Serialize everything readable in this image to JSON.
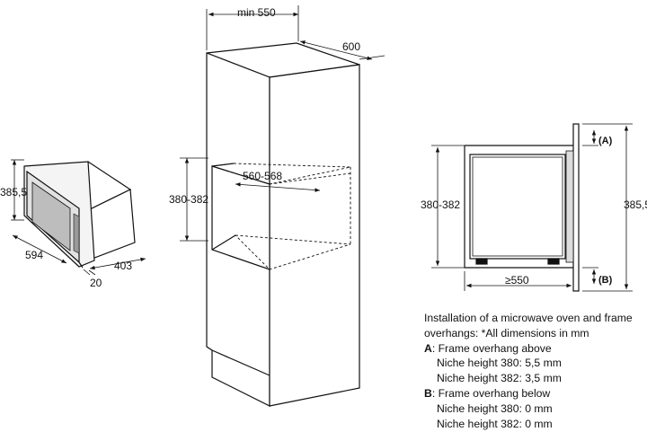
{
  "left_view": {
    "height": "385,5",
    "width": "594",
    "depth": "403",
    "frame": "20"
  },
  "cabinet_view": {
    "min_width": "min 550",
    "depth": "600",
    "niche_width": "560-568",
    "niche_height": "380-382"
  },
  "side_view": {
    "niche_height": "380-382",
    "total_height": "385,5",
    "depth": "≥550",
    "label_a": "(A)",
    "label_b": "(B)"
  },
  "notes": {
    "line1": "Installation of a microwave oven and frame",
    "line2": "overhangs: *All dimensions in mm",
    "a_key": "A",
    "a_text": ": Frame overhang above",
    "a_380": "Niche height 380: 5,5 mm",
    "a_382": "Niche height 382: 3,5 mm",
    "b_key": "B",
    "b_text": ": Frame overhang below",
    "b_380": "Niche height 380: 0 mm",
    "b_382": "Niche height 382: 0 mm"
  }
}
